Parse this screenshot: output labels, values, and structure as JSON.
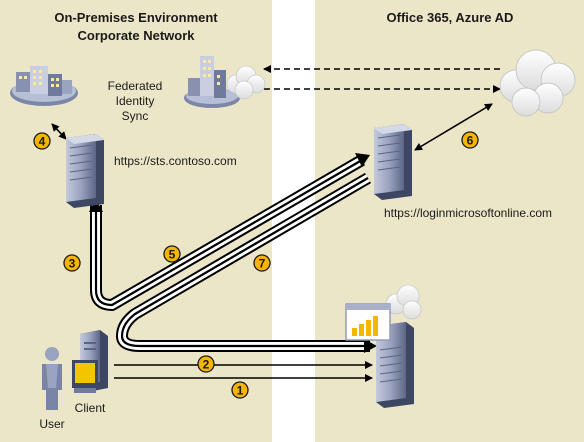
{
  "left_panel": {
    "title_line1": "On-Premises Environment",
    "title_line2": "Corporate Network"
  },
  "right_panel": {
    "title": "Office 365, Azure AD"
  },
  "federated_sync": {
    "line1": "Federated",
    "line2": "Identity",
    "line3": "Sync"
  },
  "sts_server": {
    "label": "https://sts.contoso.com"
  },
  "login_server": {
    "label": "https://loginmicrosoftonline.com"
  },
  "client": {
    "label": "Client"
  },
  "user": {
    "label": "User"
  },
  "steps": [
    "1",
    "2",
    "3",
    "4",
    "5",
    "6",
    "7"
  ],
  "colors": {
    "panel": "#ebe6c8",
    "gap": "#ffffff",
    "badge": "#f5b500",
    "server_light": "#aab1c9",
    "server_dark": "#3d4763"
  }
}
